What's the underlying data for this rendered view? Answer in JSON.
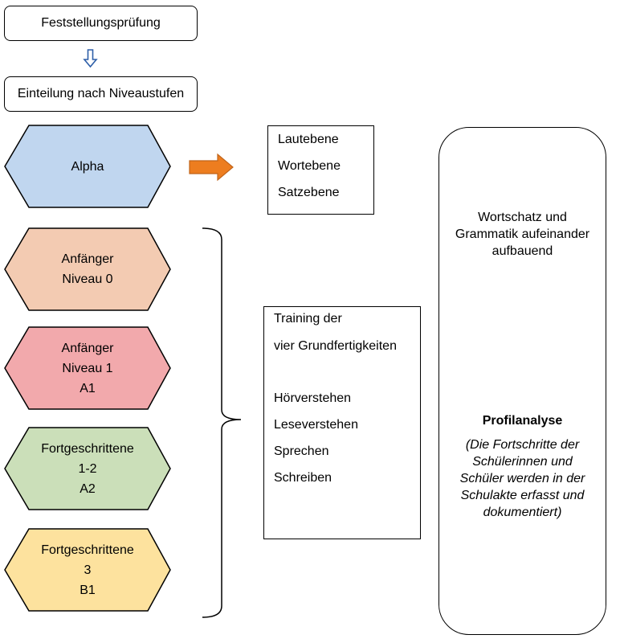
{
  "diagram": {
    "top_box": "Feststellungsprüfung",
    "second_box": "Einteilung nach Niveaustufen",
    "levels": [
      {
        "lines": [
          "Alpha"
        ],
        "color": "#c0d6ef"
      },
      {
        "lines": [
          "Anfänger",
          "Niveau 0"
        ],
        "color": "#f3cbb2"
      },
      {
        "lines": [
          "Anfänger",
          "Niveau 1",
          "A1"
        ],
        "color": "#f2a9ac"
      },
      {
        "lines": [
          "Fortgeschrittene",
          "1-2",
          "A2"
        ],
        "color": "#cbdfb9"
      },
      {
        "lines": [
          "Fortgeschrittene",
          "3",
          "B1"
        ],
        "color": "#fde29e"
      }
    ],
    "alpha_box": [
      "Lautebene",
      "Wortebene",
      "Satzebene"
    ],
    "training_box": {
      "heading_lines": [
        "Training der",
        "vier Grundfertigkeiten"
      ],
      "skills": [
        "Hörverstehen",
        "Leseverstehen",
        "Sprechen",
        "Schreiben"
      ]
    },
    "right_panel": {
      "top_text": [
        "Wortschatz und",
        "Grammatik aufeinander",
        "aufbauend"
      ],
      "title": "Profilanalyse",
      "note": [
        "(Die Fortschritte der",
        "Schülerinnen und",
        "Schüler werden in der",
        "Schulakte erfasst und",
        "dokumentiert)"
      ]
    },
    "colors": {
      "down_arrow": "#2e5fa8",
      "right_arrow": "#ed7d1f",
      "right_arrow_border": "#c0641a"
    }
  }
}
